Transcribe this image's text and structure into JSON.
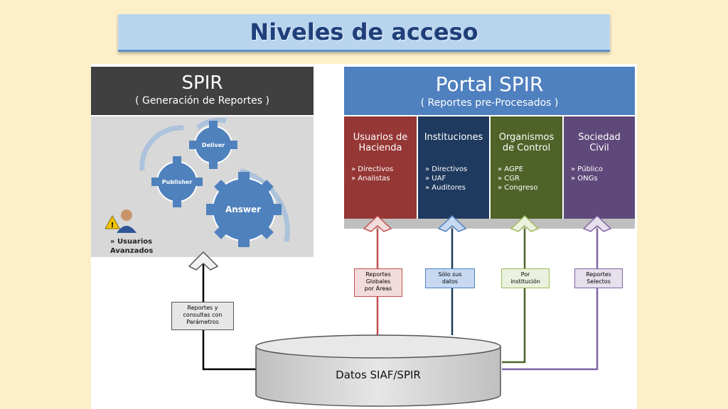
{
  "title": "Niveles de acceso",
  "spir": {
    "title": "SPIR",
    "subtitle": "( Generación de Reportes )",
    "gears": [
      "Deliver",
      "Publisher",
      "Answer"
    ],
    "user_label_1": "» Usuarios",
    "user_label_2": "Avanzados"
  },
  "portal": {
    "title": "Portal SPIR",
    "subtitle": "( Reportes pre-Procesados )",
    "columns": [
      {
        "title_1": "Usuarios de",
        "title_2": "Hacienda",
        "items": [
          "» Directivos",
          "» Analistas"
        ],
        "color": "#953735"
      },
      {
        "title_1": "Instituciones",
        "title_2": "",
        "items": [
          "» Directivos",
          "» UAF",
          "» Auditores"
        ],
        "color": "#1f3a5f"
      },
      {
        "title_1": "Organismos",
        "title_2": "de Control",
        "items": [
          "» AGPE",
          "» CGR",
          "» Congreso"
        ],
        "color": "#4f6228"
      },
      {
        "title_1": "Sociedad",
        "title_2": "Civil",
        "items": [
          "» Público",
          "» ONGs"
        ],
        "color": "#5f497a"
      }
    ]
  },
  "tags": {
    "spir_tag": [
      "Reportes y",
      "consultas con",
      "Parámetros"
    ],
    "hacienda_tag": [
      "Reportes",
      "Globales",
      "por Áreas"
    ],
    "inst_tag": [
      "Sólo sus",
      "datos"
    ],
    "control_tag": [
      "Por",
      "institución"
    ],
    "civil_tag": [
      "Reportes",
      "Selectos"
    ]
  },
  "database_label": "Datos SIAF/SPIR",
  "colors": {
    "hacienda": "#c0504d",
    "instituciones": "#1f3a5f",
    "control": "#4f6228",
    "civil": "#8064a2"
  }
}
